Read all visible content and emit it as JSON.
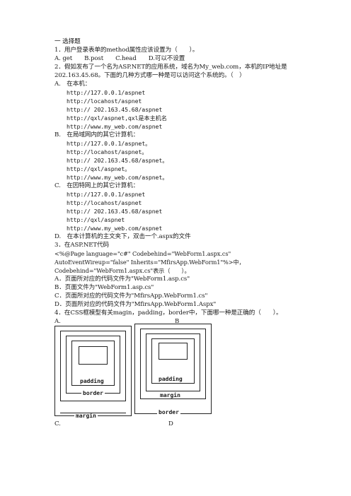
{
  "section_title": "一 选择题",
  "q1": {
    "stem": "1．用户登录表单的method属性应该设置为（　　）。",
    "options": "A. get　　B.post　　C.head　　D.可以不设置"
  },
  "q2": {
    "stem_line1": "2．假如发布了一个名为ASP.NET的应用系统，域名为My_web.com，本机的IP地址是",
    "stem_line2": "202.163.45.68。下面的几种方式哪一种是可以访问这个系统的。（　）",
    "A_label": "A.　在本机：",
    "A_urls": [
      "http://127.0.0.1/aspnet",
      "http://locahost/aspnet",
      "http:// 202.163.45.68/aspnet",
      "http://qxl/aspnet,qxl是本主机名",
      "http://www.my_web.com/aspnet"
    ],
    "B_label": "B.　在局域网内的其它计算机：",
    "B_urls": [
      "http://127.0.0.1/aspnet。",
      "http://locahost/aspnet。",
      "http:// 202.163.45.68/aspnet。",
      "http://qxl/aspnet。",
      "http://www.my_web.com/aspnet。"
    ],
    "C_label": "C.　在因特网上的其它计算机：",
    "C_urls": [
      "http://127.0.0.1/aspnet",
      "http://locahost/aspnet",
      "http:// 202.163.45.68/aspnet",
      "http://qxl/aspnet",
      "http://www.my_web.com/aspnet"
    ],
    "D_label": "D.　在本计算机的主文夹下，双击一个.aspx的文件"
  },
  "q3": {
    "stem": "3．在ASP.NET代码",
    "code_line1": "<%@Page language=\"c#\" Codebehind=\"WebForm1.aspx.cs\"",
    "code_line2": "AutoEventWireup=\"false\" Inherits=\"MfirsApp.WebForm1\"%>中，",
    "code_line3": "Codebehind=\"WebForm1.aspx.cs\"表示（　　）。",
    "options": [
      "A．页面所对应的代码文件为\"WebForm1.asp.cs\"",
      "B．页面文件为\"WebForm1.asp.cs\"",
      "C．页面所对应的代码文件为\"MfirsApp.WebForm1.cs\"",
      "D．页面所对应的代码文件为\"MfirsApp.WebForm1.Aspx\""
    ]
  },
  "q4": {
    "stem": "4．在CSS框模型有关magin，padding，border中，下面哪一种是正确的（　　）。",
    "label_A": "A.",
    "label_B": "B",
    "label_C": "C.",
    "label_D": "D",
    "diagram_A": {
      "inner": "padding",
      "middle": "border",
      "outer": "margin"
    },
    "diagram_B": {
      "inner": "padding",
      "middle": "margin",
      "outer": "border"
    }
  }
}
